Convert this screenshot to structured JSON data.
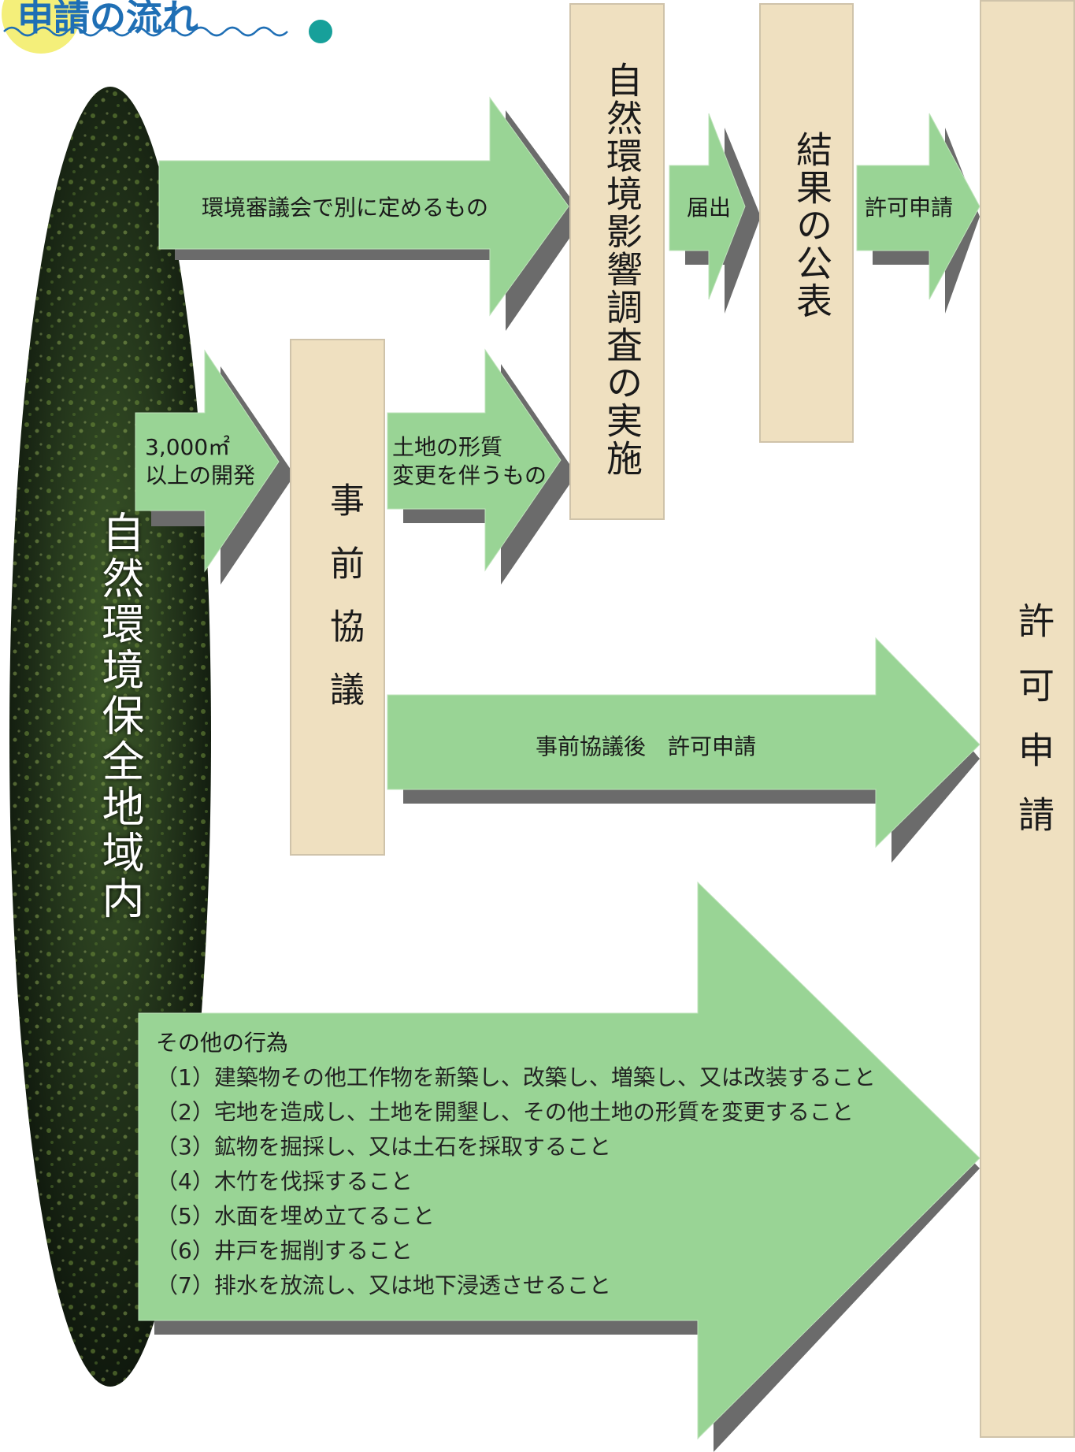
{
  "header": {
    "title": "申請の流れ"
  },
  "region_label": "自然環境保全地域内",
  "boxes": {
    "eia": "自然環境影響調査の実施",
    "result": "結果の公表",
    "pre_consult": "事前協議",
    "permit_final": "許可申請"
  },
  "arrows": {
    "council": "環境審議会で別に定めるもの",
    "notify": "届出",
    "apply_after_result": "許可申請",
    "area_line1": "3,000㎡",
    "area_line2": "以上の開発",
    "land_line1": "土地の形質",
    "land_line2": "変更を伴うもの",
    "after_consult": "事前協議後　許可申請"
  },
  "other_acts": {
    "title": "その他の行為",
    "items": [
      "（1）建築物その他工作物を新築し、改築し、増築し、又は改装すること",
      "（2）宅地を造成し、土地を開墾し、その他土地の形質を変更すること",
      "（3）鉱物を掘採し、又は土石を採取すること",
      "（4）木竹を伐採すること",
      "（5）水面を埋め立てること",
      "（6）井戸を掘削すること",
      "（7）排水を放流し、又は地下浸透させること"
    ]
  },
  "colors": {
    "arrow_fill": "#99d495",
    "arrow_shadow": "#6b6b6b",
    "box_fill": "#efe0c0",
    "title": "#1f6fb5",
    "teal_dot": "#17a09a"
  }
}
